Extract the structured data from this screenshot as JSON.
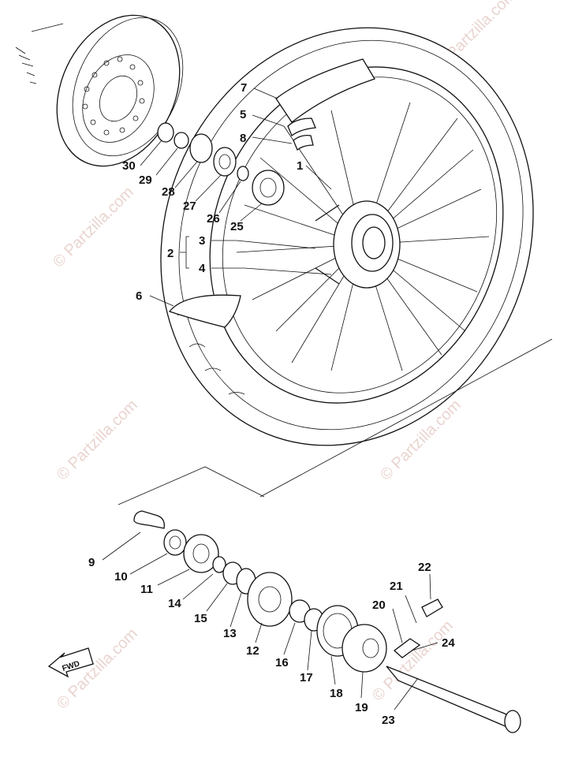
{
  "watermark": "© Partzilla.com",
  "fwd_label": "FWD",
  "parts": [
    "1",
    "2",
    "3",
    "4",
    "5",
    "6",
    "7",
    "8",
    "9",
    "10",
    "11",
    "12",
    "13",
    "14",
    "15",
    "16",
    "17",
    "18",
    "19",
    "20",
    "21",
    "22",
    "23",
    "24",
    "25",
    "26",
    "27",
    "28",
    "29",
    "30"
  ]
}
